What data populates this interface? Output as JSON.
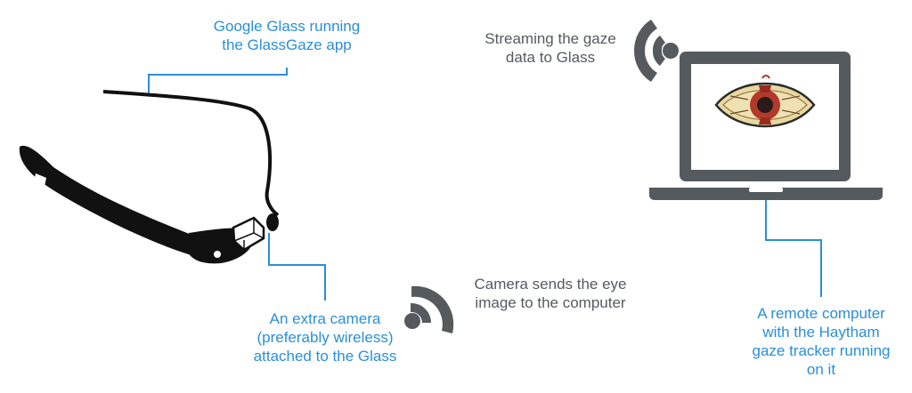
{
  "captions": {
    "glass": "Google Glass running\nthe GlassGaze app",
    "camera": "An extra camera\n(preferably wireless)\nattached to the Glass",
    "streaming": "Streaming the gaze\ndata to Glass",
    "camera_sends": "Camera sends the eye\nimage to the computer",
    "computer": "A remote computer\nwith the Haytham\ngaze tracker running\non it"
  },
  "colors": {
    "caption_blue": "#2a8fd6",
    "caption_gray": "#555a5f",
    "device_dark": "#555a5f",
    "glass_black": "#111111"
  },
  "icons": {
    "glass": "google-glass-icon",
    "laptop": "laptop-icon",
    "wireless_camera": "wireless-signal-icon",
    "wireless_laptop": "wireless-signal-icon",
    "eye": "eye-image-icon"
  }
}
